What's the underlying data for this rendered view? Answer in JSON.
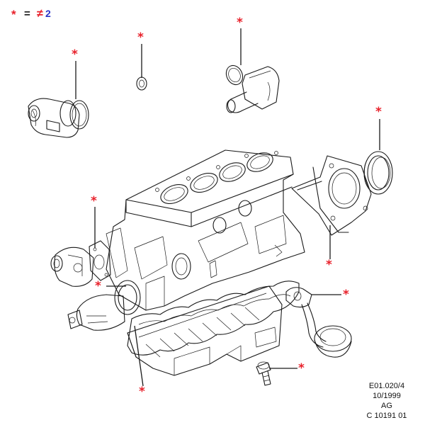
{
  "legend": {
    "symbol": "*",
    "equals": "=",
    "not_equal": "≠",
    "number": "2",
    "colors": {
      "symbol": "#e8202a",
      "number": "#2a34c8"
    }
  },
  "markers": [
    "*",
    "*",
    "*",
    "*",
    "*",
    "*",
    "*",
    "*",
    "*",
    "*"
  ],
  "footer": {
    "line1": "E01.020/4",
    "line2": "10/1999",
    "line3": "AG",
    "line4": "C 10191 01"
  },
  "icons": {
    "thermostat_housing": "thermostat-housing-icon",
    "oil_filler_seal": "oil-seal-ring-icon",
    "coolant_outlet": "coolant-outlet-elbow-icon",
    "rear_oil_seal": "crankshaft-rear-oil-seal-icon",
    "rear_seal_carrier": "rear-seal-carrier-gasket-icon",
    "engine_block": "engine-block-icon",
    "water_pump_gasket": "water-pump-gasket-icon",
    "oil_pump": "oil-pump-icon",
    "oil_pickup": "oil-pickup-tube-icon",
    "oil_pan": "oil-pan-icon",
    "oil_pan_gasket": "oil-pan-gasket-icon",
    "drain_plug": "drain-plug-icon"
  }
}
